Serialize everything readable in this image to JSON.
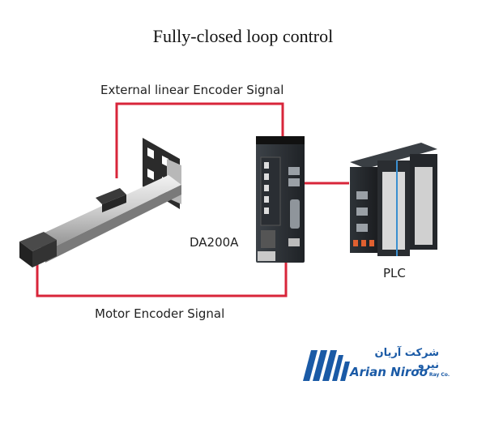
{
  "title": "Fully-closed loop control",
  "labels": {
    "external_signal": "External linear Encoder Signal",
    "motor_signal": "Motor Encoder Signal",
    "drive": "DA200A",
    "plc": "PLC"
  },
  "logo": {
    "persian": "شرکت آریان نیرو",
    "english": "Arian Niroo",
    "suffix": "Ray Co."
  },
  "colors": {
    "signal_line": "#d8253a",
    "logo_blue": "#1a5aa6"
  }
}
